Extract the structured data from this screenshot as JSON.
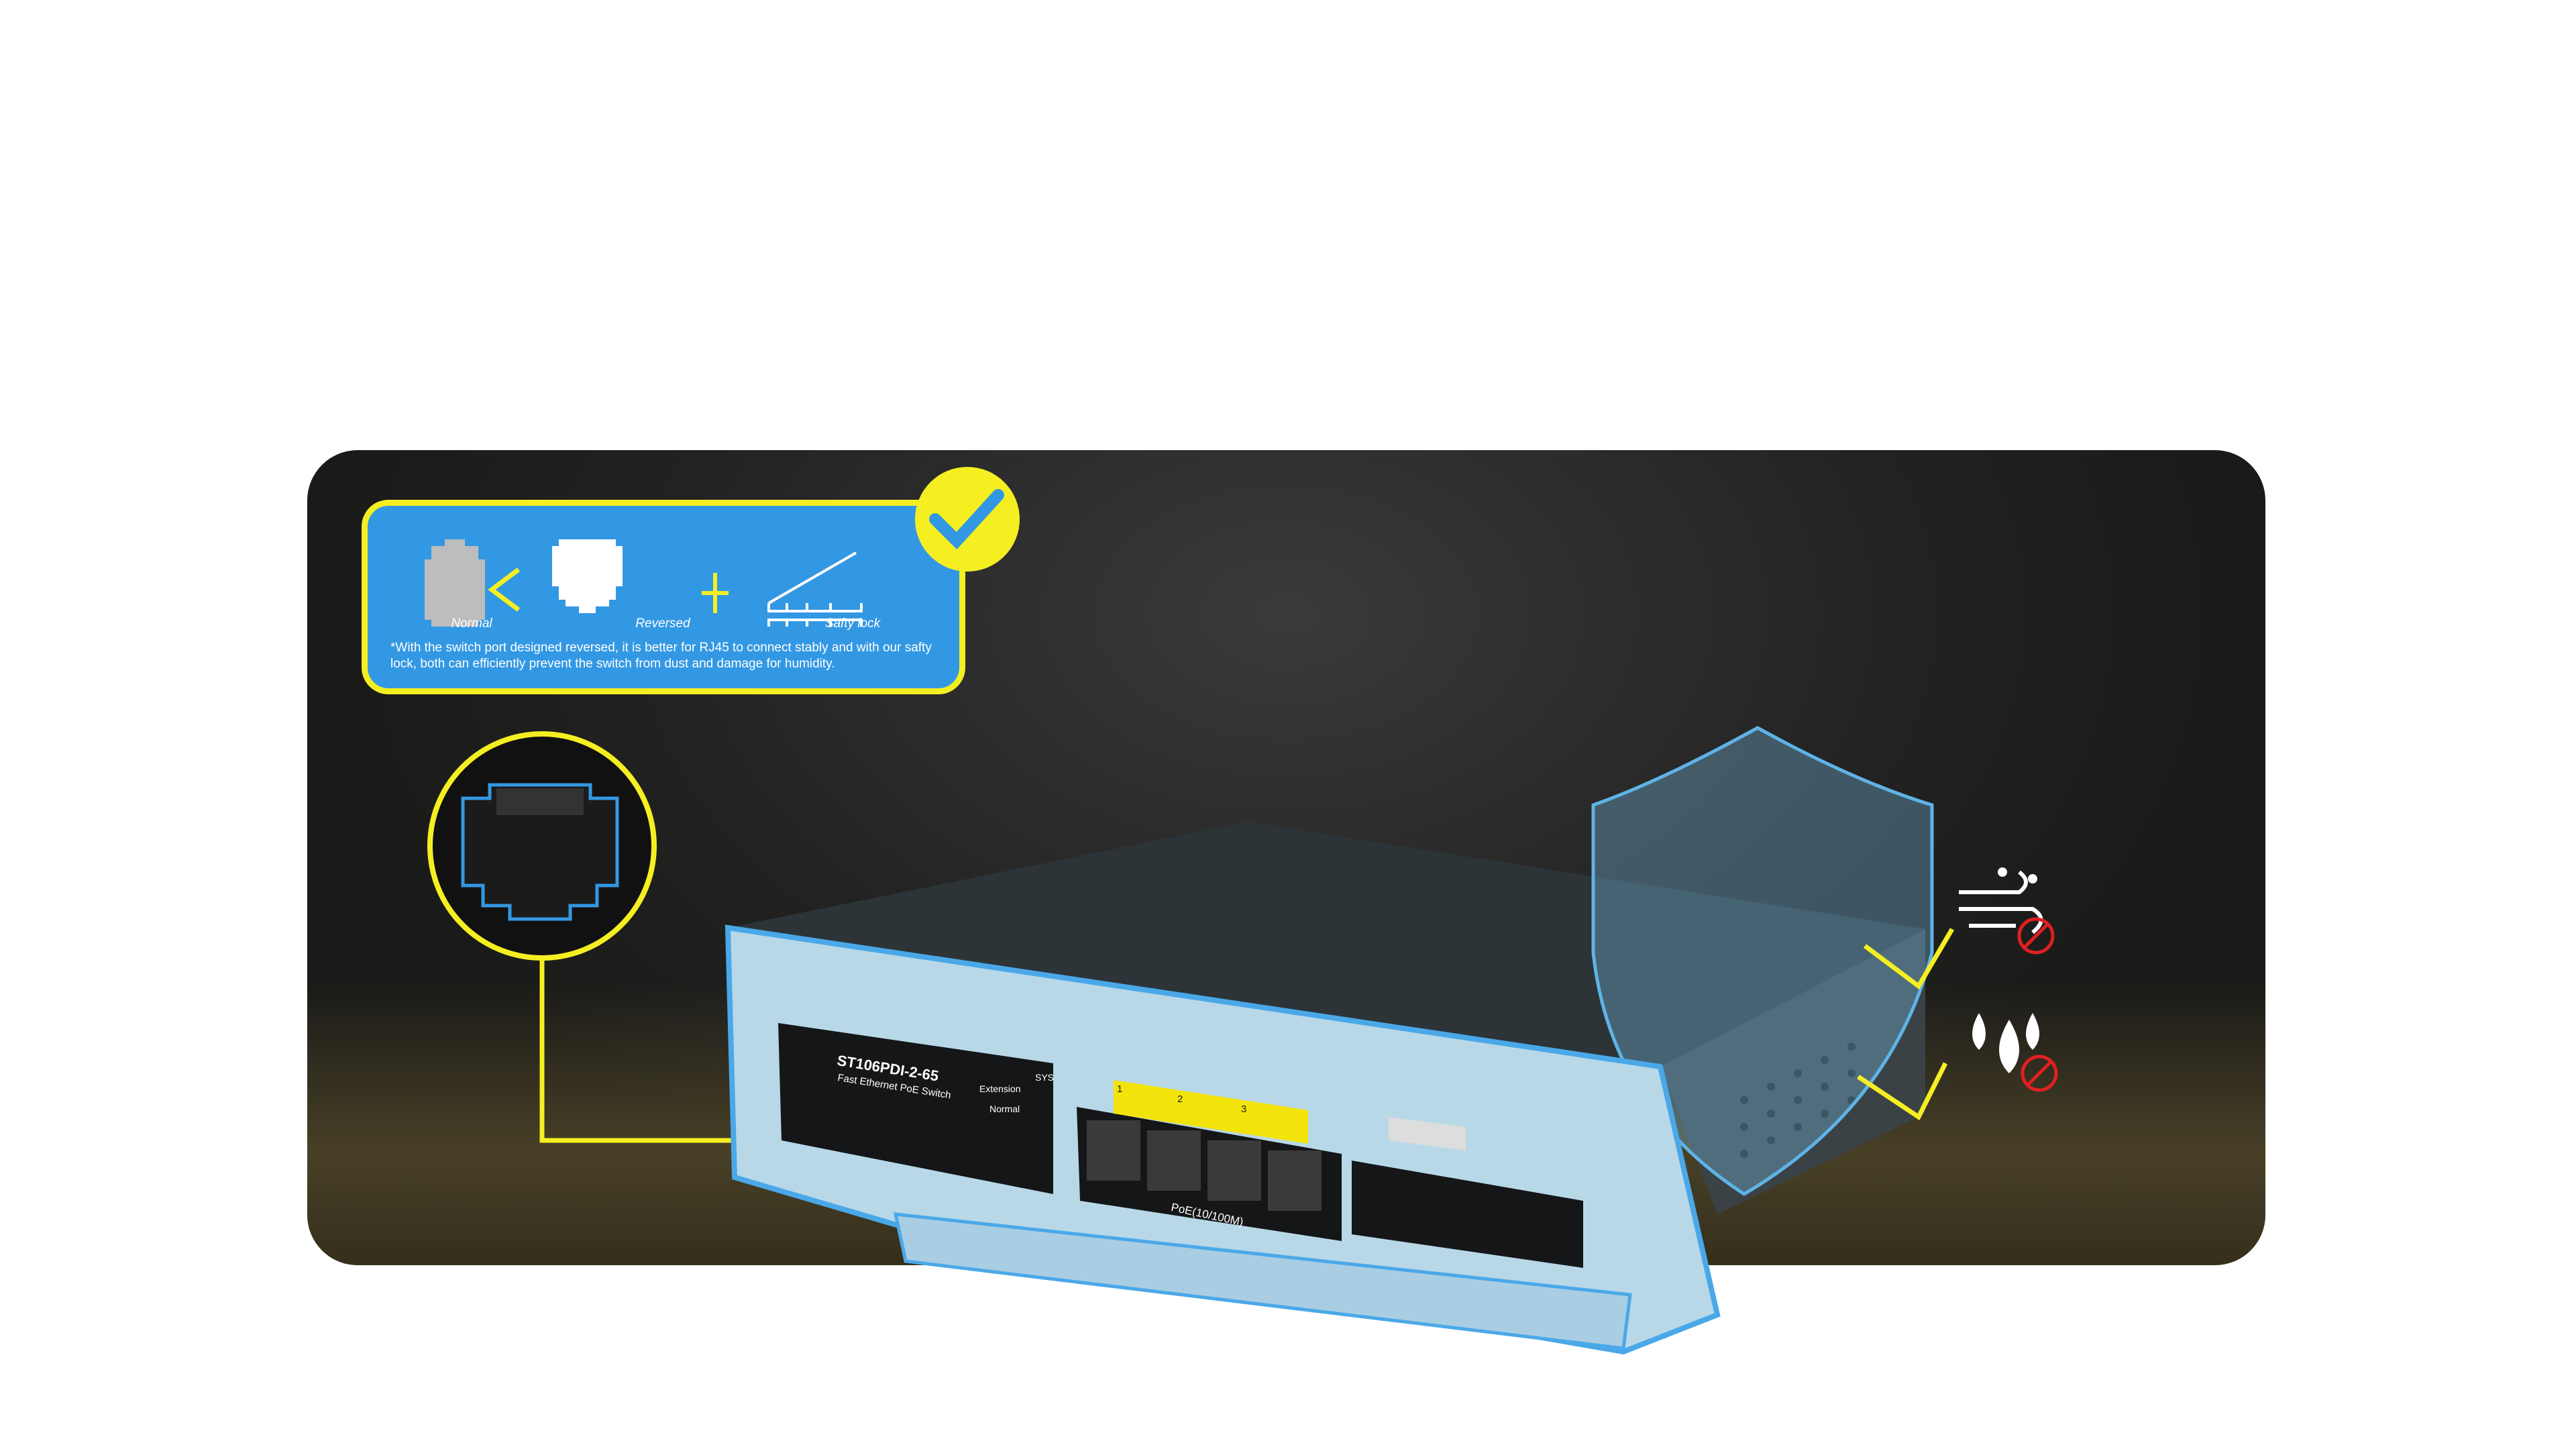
{
  "info_box": {
    "items": [
      {
        "label": "Normal",
        "icon": "rj45-port-normal-icon"
      },
      {
        "label": "Reversed",
        "icon": "rj45-port-reversed-icon"
      },
      {
        "label": "Safty lock",
        "icon": "safety-lock-icon"
      }
    ],
    "operators": [
      "<",
      "+"
    ],
    "note": "*With the switch port designed reversed, it is better for RJ45 to connect stably and with our safty lock, both can efficiently prevent the switch from dust and damage for humidity."
  },
  "device": {
    "model": "ST106PDI-2-65",
    "subtitle": "Fast Ethernet PoE Switch",
    "sys_label": "SYS",
    "switch_labels": [
      "Extension",
      "Normal"
    ],
    "port_numbers": [
      "1",
      "2",
      "3"
    ],
    "port_group_label": "PoE(10/100M)"
  },
  "colors": {
    "accent_yellow": "#f5ef22",
    "box_blue": "#3398e3",
    "device_blue": "#b8d8e8",
    "warning_red": "#e02020"
  }
}
